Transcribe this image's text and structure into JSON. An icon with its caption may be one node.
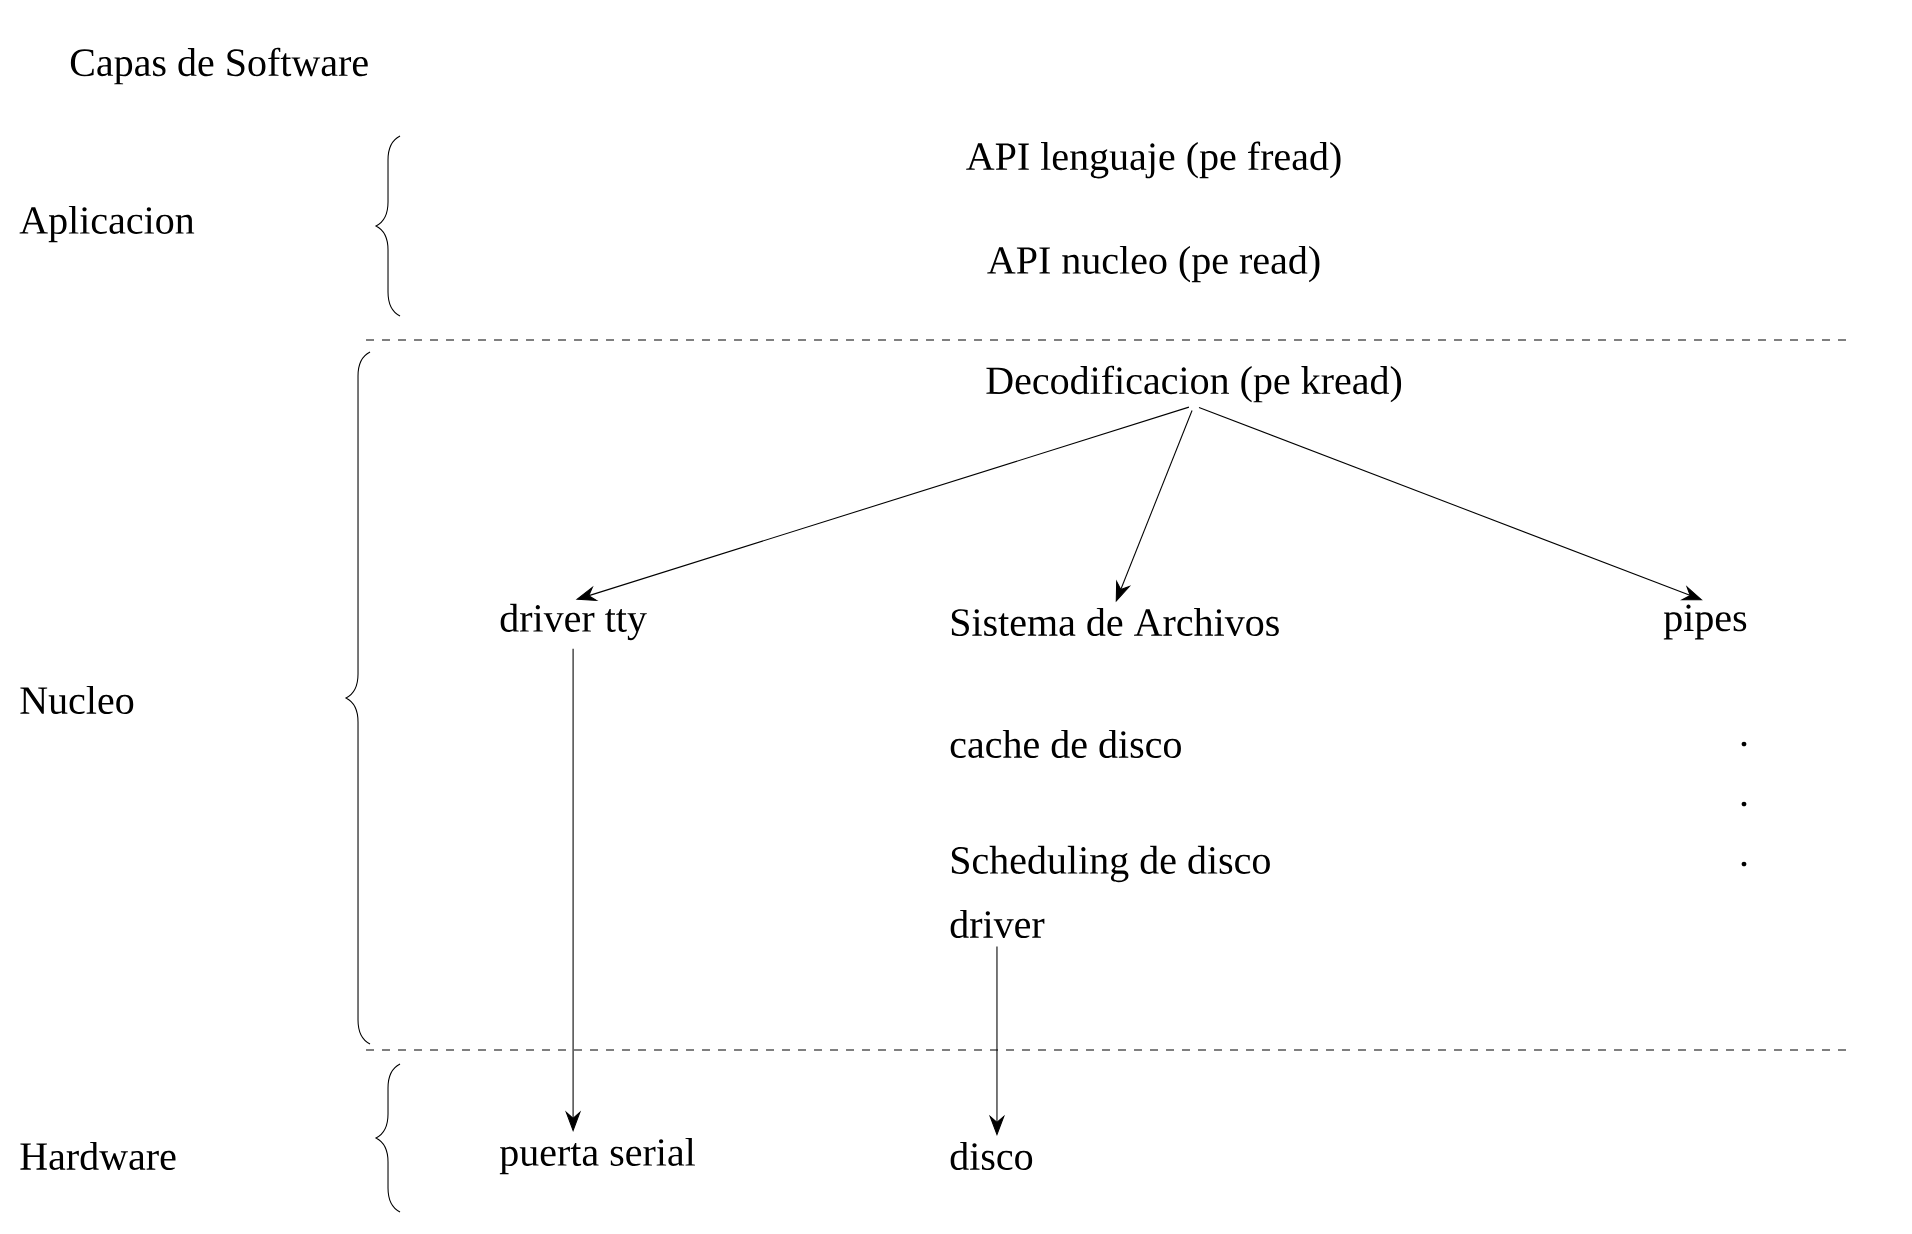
{
  "diagram": {
    "title": "Capas de Software",
    "nodes": [
      {
        "text": [
          "Decodificacion (pe kread)"
        ]
      },
      {
        "text": [
          "driver tty"
        ]
      },
      {
        "text": [
          "Sistema de Archivos"
        ]
      },
      {
        "text": [
          "pipes"
        ]
      },
      {
        "text": [
          "driver"
        ]
      },
      {
        "text": [
          "puerta serial"
        ]
      },
      {
        "text": [
          "disco"
        ]
      }
    ],
    "edges": [
      {
        "from": 0,
        "to": 1,
        "arrow": "to"
      },
      {
        "from": 0,
        "to": 2,
        "arrow": "to"
      },
      {
        "from": 0,
        "to": 3,
        "arrow": "to"
      },
      {
        "from": 1,
        "to": 5,
        "arrow": "to"
      },
      {
        "from": 4,
        "to": 6,
        "arrow": "to"
      }
    ],
    "labels": [
      "API lenguaje (pe fread)",
      "Aplicacion",
      "API nucleo (pe read)",
      "Nucleo",
      "cache de disco",
      ".",
      ".",
      "Scheduling de disco",
      ".",
      "Hardware"
    ]
  }
}
